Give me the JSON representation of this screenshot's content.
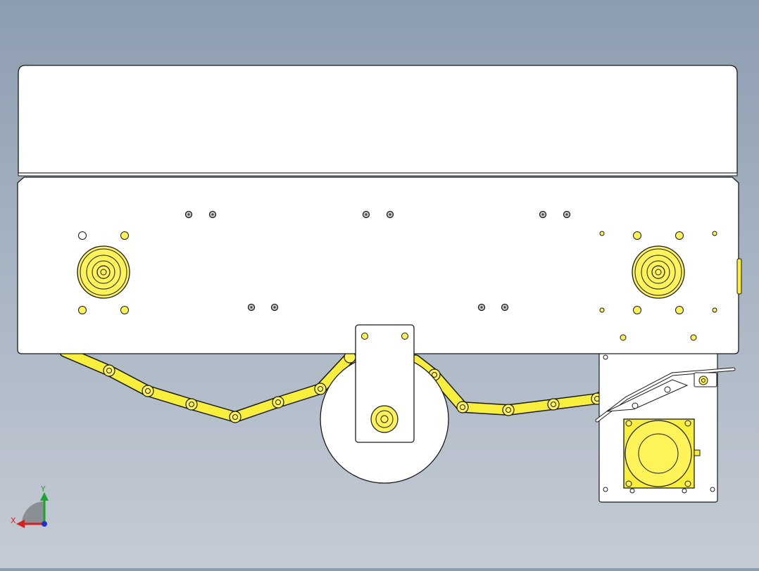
{
  "viewport": {
    "background_top": "#8c9db0",
    "background_bottom": "#c4cbd4"
  },
  "colors": {
    "part_fill": "#ffffff",
    "outline": "#1a1a1a",
    "chain_fill": "#f7ef3c",
    "highlight_yellow": "#fff35a",
    "axis_x": "#d42020",
    "axis_y": "#1aa62a",
    "axis_z": "#2030d0",
    "triad_shade": "#8a8f96"
  },
  "triad": {
    "x_label": "X",
    "y_label": "Y",
    "x_icon": "x-axis-arrow-icon",
    "y_icon": "y-axis-arrow-icon",
    "z_icon": "z-axis-dot-icon"
  },
  "model": {
    "parts": [
      "cover-panel",
      "side-frame-plate",
      "drive-sprocket-left",
      "drive-sprocket-right",
      "roller-chain",
      "tensioner-wheel",
      "tensioner-bracket",
      "motor-mount-plate",
      "motor-flange",
      "guide-rail"
    ]
  }
}
